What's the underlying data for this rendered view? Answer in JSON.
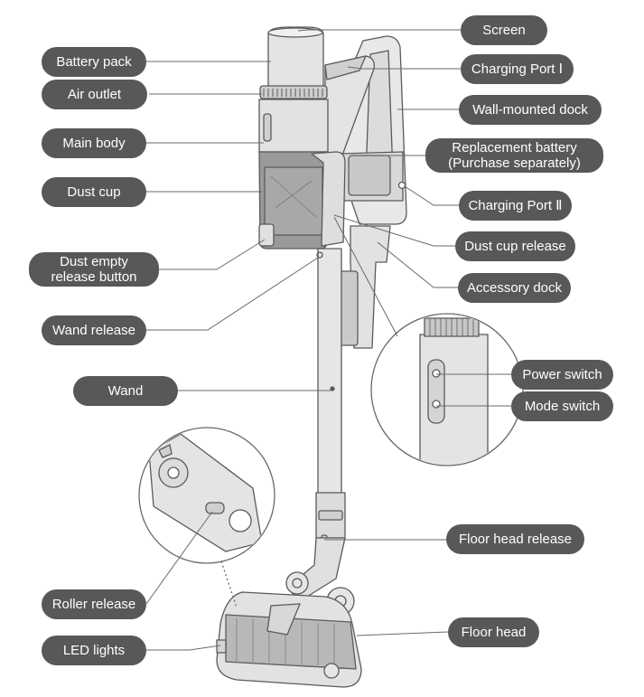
{
  "labels": {
    "screen": "Screen",
    "battery_pack": "Battery pack",
    "charging_port_1": "Charging Port Ⅰ",
    "air_outlet": "Air outlet",
    "wall_mounted_dock": "Wall-mounted dock",
    "main_body": "Main body",
    "replacement_battery_line1": "Replacement battery",
    "replacement_battery_line2": "(Purchase separately)",
    "dust_cup": "Dust cup",
    "charging_port_2": "Charging Port Ⅱ",
    "dust_cup_release": "Dust cup release",
    "dust_empty_line1": "Dust empty",
    "dust_empty_line2": "release button",
    "accessory_dock": "Accessory dock",
    "wand_release": "Wand release",
    "power_switch": "Power switch",
    "wand": "Wand",
    "mode_switch": "Mode switch",
    "floor_head_release": "Floor head release",
    "roller_release": "Roller release",
    "floor_head": "Floor head",
    "led_lights": "LED lights"
  },
  "colors": {
    "label_bg": "#585858",
    "label_text": "#ffffff",
    "device_fill": "#e6e6e6",
    "device_stroke": "#5a5a5a",
    "dust_cup_fill": "#9a9a9a"
  }
}
